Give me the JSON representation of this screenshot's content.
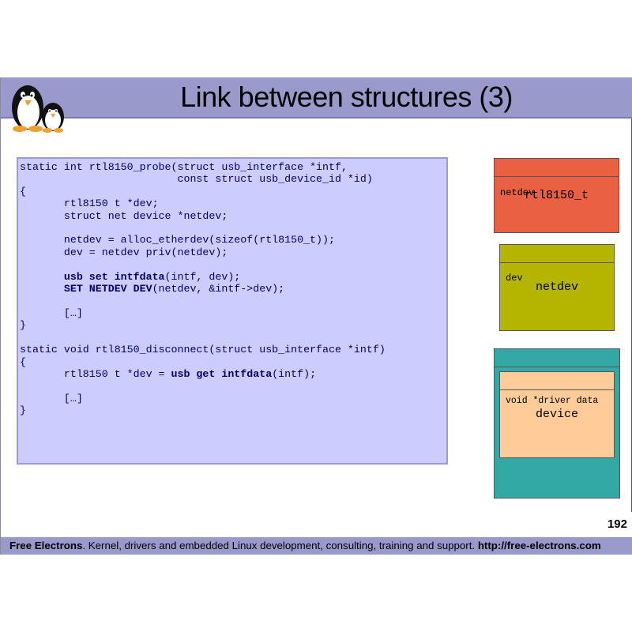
{
  "slide": {
    "title": "Link between structures (3)",
    "page_number": "192"
  },
  "code": {
    "l1": "static int rtl8150_probe(struct usb_interface *intf,",
    "l2": "                         const struct usb_device_id *id)",
    "l3": "{",
    "l4": "       rtl8150 t *dev;",
    "l5": "       struct net device *netdev;",
    "l7": "       netdev = alloc_etherdev(sizeof(rtl8150_t));",
    "l8": "       dev = netdev priv(netdev);",
    "l10_pre": "       ",
    "l10_kw": "usb set intfdata",
    "l10_post": "(intf, dev);",
    "l11_pre": "       ",
    "l11_kw": "SET NETDEV DEV",
    "l11_post": "(netdev, &intf->dev);",
    "l13": "       […]",
    "l14": "}",
    "l16": "static void rtl8150_disconnect(struct usb_interface *intf)",
    "l17": "{",
    "l18_pre": "       rtl8150 t *dev = ",
    "l18_kw": "usb get intfdata",
    "l18_post": "(intf);",
    "l20": "       […]",
    "l21": "}"
  },
  "structs": {
    "rtl8150": {
      "name": "rtl8150_t",
      "field": "netdev",
      "color": "#e96142"
    },
    "netdev": {
      "name": "netdev",
      "field": "dev",
      "color": "#b5b500"
    },
    "usb_interface": {
      "color": "#34a7a7"
    },
    "device": {
      "name": "device",
      "field": "void *driver data",
      "color": "#ffcc99"
    }
  },
  "footer": {
    "brand": "Free Electrons",
    "text": ". Kernel, drivers and embedded Linux development, consulting, training and support. ",
    "url": "http://free-electrons.com"
  }
}
